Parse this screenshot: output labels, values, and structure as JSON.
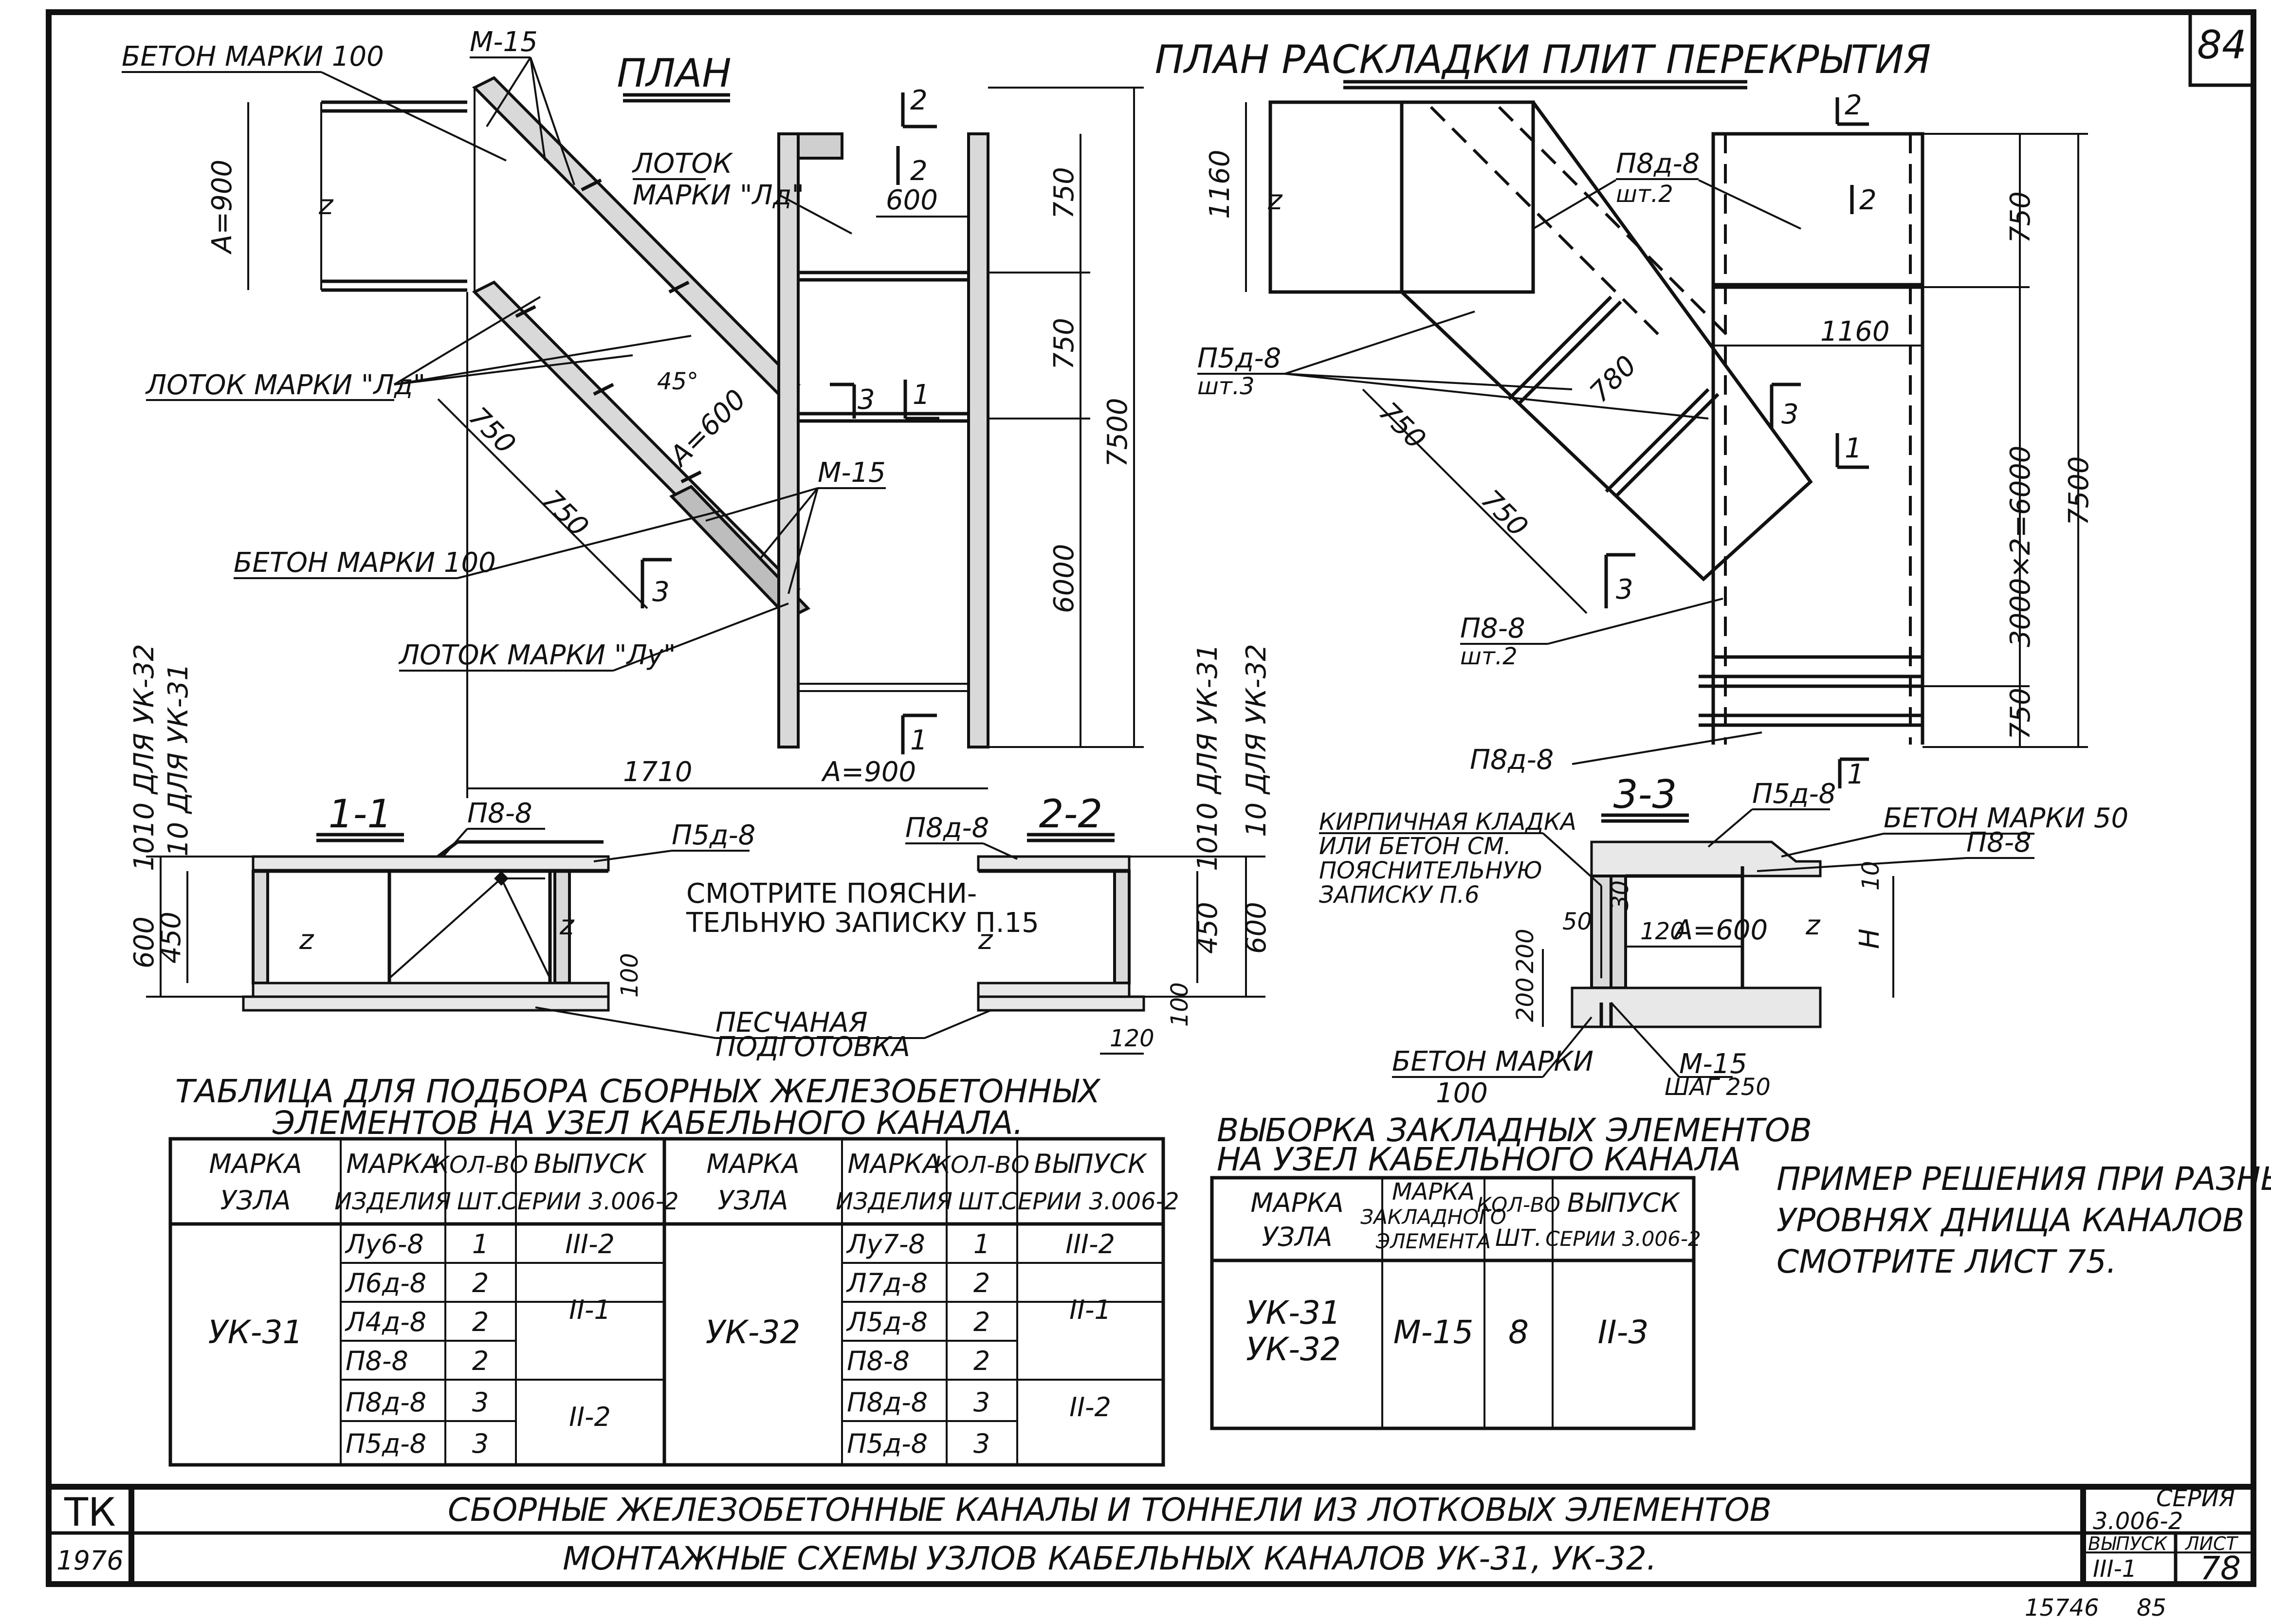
{
  "sheet": {
    "number": "84",
    "bottom_code": "15746",
    "bottom_page": "85"
  },
  "plan": {
    "title": "ПЛАН",
    "labels": {
      "beton_100_top": "БЕТОН МАРКИ 100",
      "m15_top": "М-15",
      "lotok_ld_1": "ЛОТОК",
      "lotok_ld_2": "МАРКИ \"Лд\"",
      "lotok_ld_left": "ЛОТОК МАРКИ \"Лд\"",
      "beton_100_mid": "БЕТОН МАРКИ 100",
      "m15_mid": "М-15",
      "lotok_lu": "ЛОТОК МАРКИ \"Лу\"",
      "angle": "45°"
    },
    "dims": {
      "a900_left": "А=900",
      "d600_top": "600",
      "d750_a": "750",
      "d750_b": "750",
      "d6000": "6000",
      "d7500": "7500",
      "d750_diag1": "750",
      "d750_diag2": "750",
      "a600": "А=600",
      "d1710": "1710",
      "a900_bottom": "А=900"
    },
    "sections": {
      "s2": "2",
      "s3": "3",
      "s1": "1",
      "s3b": "3",
      "s1b": "1"
    }
  },
  "slab_plan": {
    "title": "ПЛАН РАСКЛАДКИ ПЛИТ ПЕРЕКРЫТИЯ",
    "labels": {
      "p8d8_top": "П8д-8",
      "p8d8_top_qty": "шт.2",
      "p5d8": "П5д-8",
      "p5d8_qty": "шт.3",
      "p88": "П8-8",
      "p88_qty": "шт.2",
      "p8d8_bottom": "П8д-8"
    },
    "dims": {
      "d1160_left": "1160",
      "d750_top": "750",
      "d1160_mid": "1160",
      "d750_d1": "750",
      "d780": "780",
      "d750_d2": "750",
      "d3000": "3000×2=6000",
      "d7500": "7500",
      "d750_bottom": "750"
    },
    "sections": {
      "s2": "2",
      "s3": "3",
      "s1": "1",
      "s3b": "3",
      "s1b": "1"
    }
  },
  "sec11": {
    "title": "1-1",
    "p88": "П8-8",
    "p5d8": "П5д-8",
    "note_1": "СМОТРИТЕ ПОЯСНИ-",
    "note_2": "ТЕЛЬНУЮ ЗАПИСКУ П.15",
    "sand_1": "ПЕСЧАНАЯ",
    "sand_2": "ПОДГОТОВКА",
    "dim_600": "600",
    "dim_450": "450",
    "dim_10": "10",
    "dim_100": "100",
    "uk32": "10 ДЛЯ УК-32",
    "uk31": "10 ДЛЯ УК-31"
  },
  "sec22": {
    "title": "2-2",
    "p8d8": "П8д-8",
    "dim_450": "450",
    "dim_600": "600",
    "dim_10": "10",
    "dim_100": "100",
    "dim_120": "120",
    "uk31": "10 ДЛЯ УК-31",
    "uk32": "10 ДЛЯ УК-32"
  },
  "sec33": {
    "title": "3-3",
    "p5d8": "П5д-8",
    "brick_1": "КИРПИЧНАЯ КЛАДКА",
    "brick_2": "ИЛИ БЕТОН СМ.",
    "brick_3": "ПОЯСНИТЕЛЬНУЮ",
    "brick_4": "ЗАПИСКУ П.6",
    "beton50": "БЕТОН МАРКИ 50",
    "p88": "П8-8",
    "dim_30": "30",
    "dim_50": "50",
    "dim_120": "120",
    "a600": "А=600",
    "dim_200a": "200",
    "dim_200b": "200",
    "dim_10": "10",
    "h": "Н",
    "beton100_1": "БЕТОН МАРКИ",
    "beton100_2": "100",
    "m15": "М-15",
    "step": "ШАГ 250"
  },
  "table1": {
    "title_1": "ТАБЛИЦА ДЛЯ ПОДБОРА СБОРНЫХ ЖЕЛЕЗОБЕТОННЫХ",
    "title_2": "ЭЛЕМЕНТОВ НА УЗЕЛ КАБЕЛЬНОГО КАНАЛА.",
    "h_mark_1": "МАРКА",
    "h_mark_2": "УЗЛА",
    "h_item_1": "МАРКА",
    "h_item_2": "ИЗДЕЛИЯ",
    "h_qty_1": "КОЛ-ВО",
    "h_qty_2": "ШТ.",
    "h_rel_1": "ВЫПУСК",
    "h_rel_2": "СЕРИИ 3.006-2",
    "left": {
      "node": "УК-31",
      "items": [
        "Лу6-8",
        "Л6д-8",
        "Л4д-8",
        "П8-8",
        "П8д-8",
        "П5д-8"
      ],
      "qty": [
        "1",
        "2",
        "2",
        "2",
        "3",
        "3"
      ],
      "rel": [
        "III-2",
        "II-1",
        "II-2"
      ]
    },
    "right": {
      "node": "УК-32",
      "items": [
        "Лу7-8",
        "Л7д-8",
        "Л5д-8",
        "П8-8",
        "П8д-8",
        "П5д-8"
      ],
      "qty": [
        "1",
        "2",
        "2",
        "2",
        "3",
        "3"
      ],
      "rel": [
        "III-2",
        "II-1",
        "II-2"
      ]
    }
  },
  "table2": {
    "title_1": "ВЫБОРКА ЗАКЛАДНЫХ ЭЛЕМЕНТОВ",
    "title_2": "НА УЗЕЛ КАБЕЛЬНОГО КАНАЛА",
    "h_node_1": "МАРКА",
    "h_node_2": "УЗЛА",
    "h_el_1": "МАРКА",
    "h_el_2": "ЗАКЛАДНОГО",
    "h_el_3": "ЭЛЕМЕНТА",
    "h_qty_1": "КОЛ-ВО",
    "h_qty_2": "ШТ.",
    "h_rel_1": "ВЫПУСК",
    "h_rel_2": "СЕРИИ 3.006-2",
    "node_1": "УК-31",
    "node_2": "УК-32",
    "element": "М-15",
    "qty": "8",
    "rel": "II-3"
  },
  "note": {
    "line_1": "ПРИМЕР РЕШЕНИЯ ПРИ РАЗНЫХ",
    "line_2": "УРОВНЯХ ДНИЩА КАНАЛОВ",
    "line_3": "СМОТРИТЕ ЛИСТ 75."
  },
  "titleblock": {
    "org": "ТК",
    "year": "1976",
    "title_1": "СБОРНЫЕ ЖЕЛЕЗОБЕТОННЫЕ КАНАЛЫ И ТОННЕЛИ ИЗ ЛОТКОВЫХ ЭЛЕМЕНТОВ",
    "title_2": "МОНТАЖНЫЕ СХЕМЫ УЗЛОВ КАБЕЛЬНЫХ КАНАЛОВ УК-31, УК-32.",
    "series_label": "СЕРИЯ",
    "series_value": "3.006-2",
    "issue_label": "ВЫПУСК",
    "issue_value": "III-1",
    "sheet_label": "ЛИСТ",
    "sheet_value": "78"
  }
}
